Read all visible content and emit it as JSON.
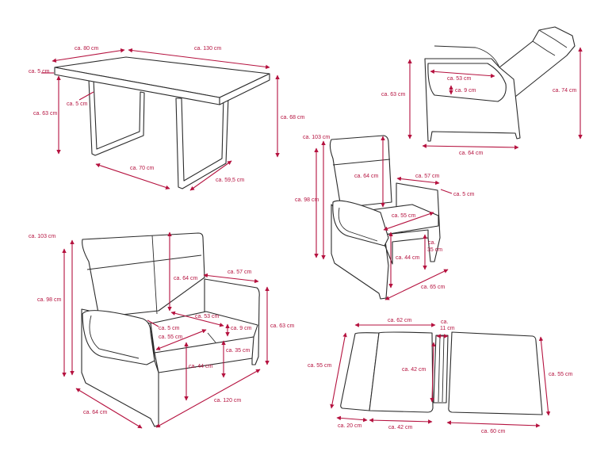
{
  "colors": {
    "dimension": "#b5123f",
    "outline": "#2b2b2b",
    "background": "#ffffff"
  },
  "table": {
    "width": "ca. 80 cm",
    "length": "ca. 130 cm",
    "top_thickness": "ca. 5 cm",
    "leg_thickness": "ca. 5 cm",
    "clearance": "ca. 63 cm",
    "height": "ca. 68 cm",
    "leg_spacing": "ca. 70 cm",
    "leg_depth": "ca. 59,5 cm"
  },
  "recliner": {
    "armrest_length": "ca. 53 cm",
    "armrest_height": "ca. 9 cm",
    "arm_height": "ca. 63 cm",
    "reclined_height": "ca. 74 cm",
    "depth": "ca. 64 cm"
  },
  "chair": {
    "total_height": "ca. 103 cm",
    "back_height": "ca. 98 cm",
    "backrest": "ca. 64 cm",
    "arm_length": "ca. 57 cm",
    "arm_width": "ca. 5 cm",
    "seat_width": "ca. 55 cm",
    "seat_height": "ca. 44 cm",
    "frame_height_prefix": "ca.",
    "frame_height": "35 cm",
    "width": "ca. 65 cm"
  },
  "sofa": {
    "total_height": "ca. 103 cm",
    "back_height": "ca. 98 cm",
    "backrest": "ca. 64 cm",
    "arm_length": "ca. 57 cm",
    "arm_height": "ca. 63 cm",
    "seat_depth": "ca. 53 cm",
    "arm_width": "ca. 5 cm",
    "cushion_thickness": "ca. 9 cm",
    "seat_width": "ca. 55 cm",
    "frame_height": "ca. 35 cm",
    "seat_height": "ca. 44 cm",
    "depth": "ca. 64 cm",
    "width": "ca. 120 cm"
  },
  "cushion": {
    "seat_length": "ca. 62 cm",
    "gap_prefix": "ca.",
    "gap": "11 cm",
    "left_height": "ca. 55 cm",
    "inner_height": "ca. 42 cm",
    "right_height": "ca. 55 cm",
    "fold_width": "ca. 20 cm",
    "seat_width": "ca. 42 cm",
    "back_width": "ca. 60 cm"
  }
}
